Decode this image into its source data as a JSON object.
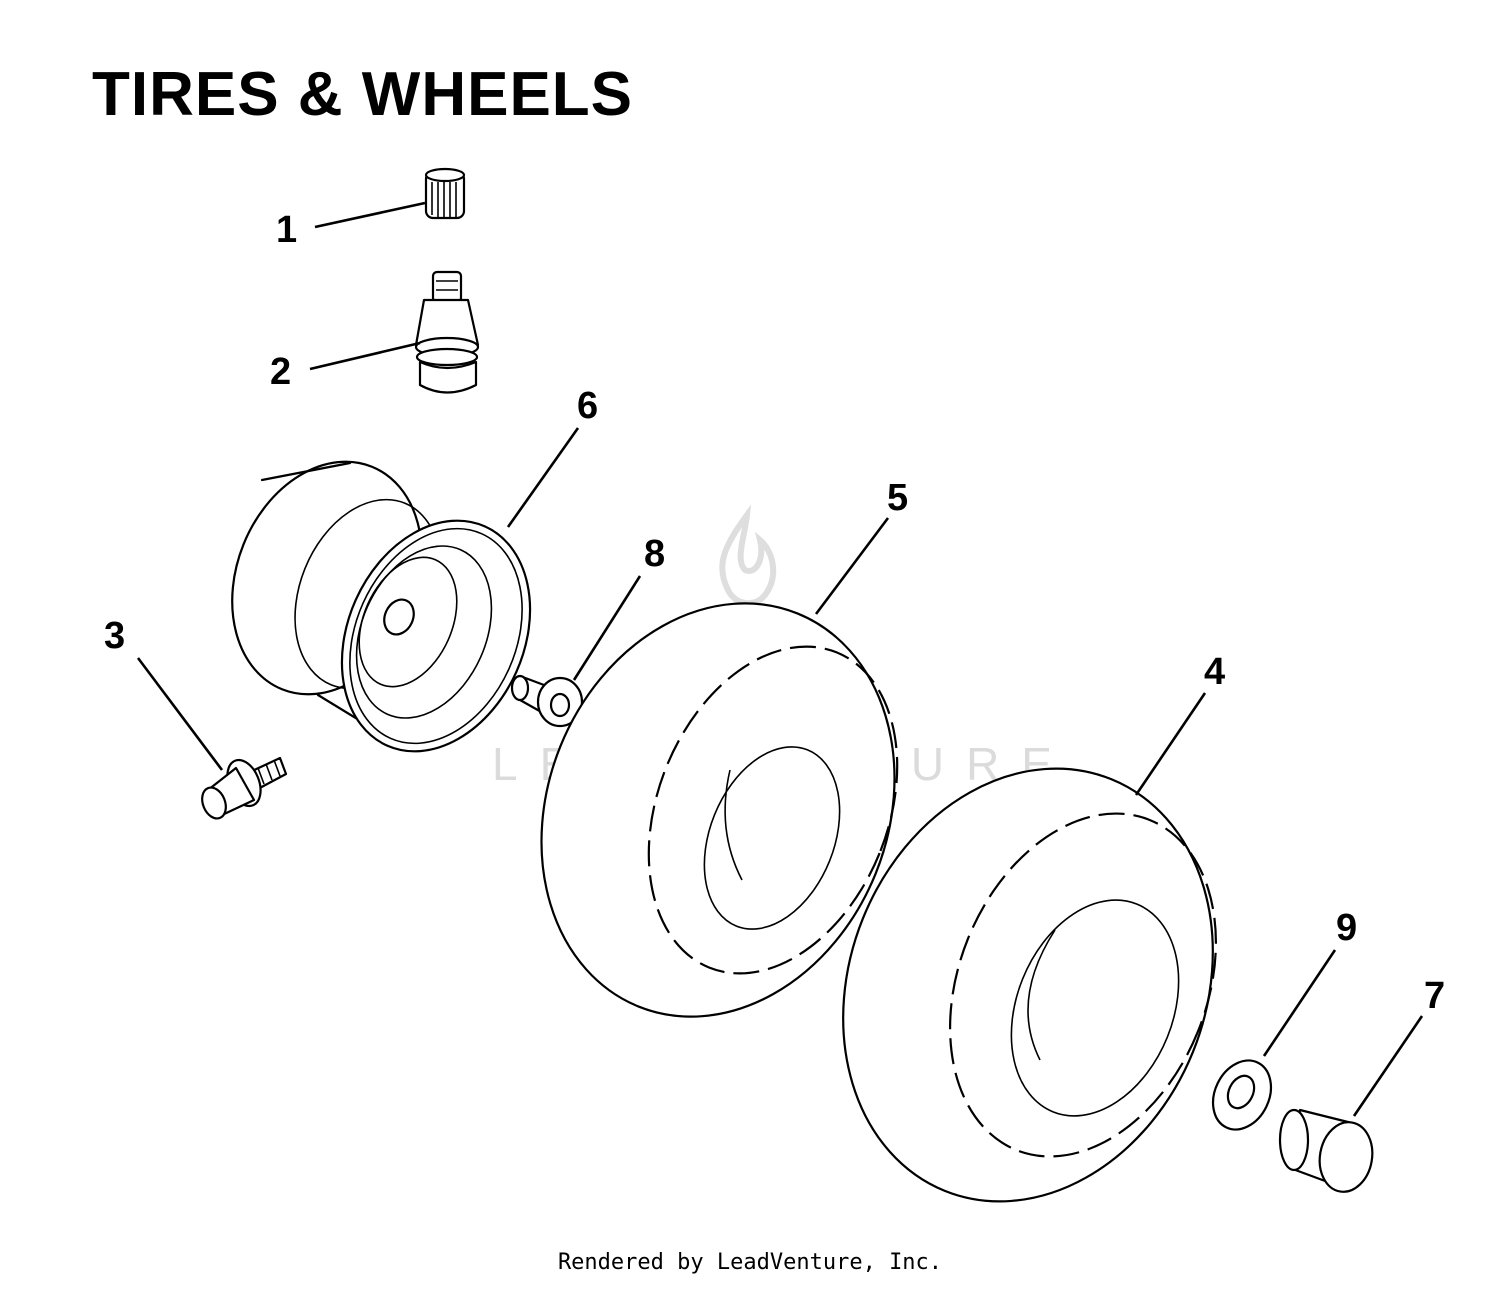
{
  "title": "TIRES & WHEELS",
  "footer": "Rendered by LeadVenture, Inc.",
  "watermark": "LEADVENTURE",
  "callouts": [
    "1",
    "2",
    "3",
    "4",
    "5",
    "6",
    "7",
    "8",
    "9"
  ]
}
